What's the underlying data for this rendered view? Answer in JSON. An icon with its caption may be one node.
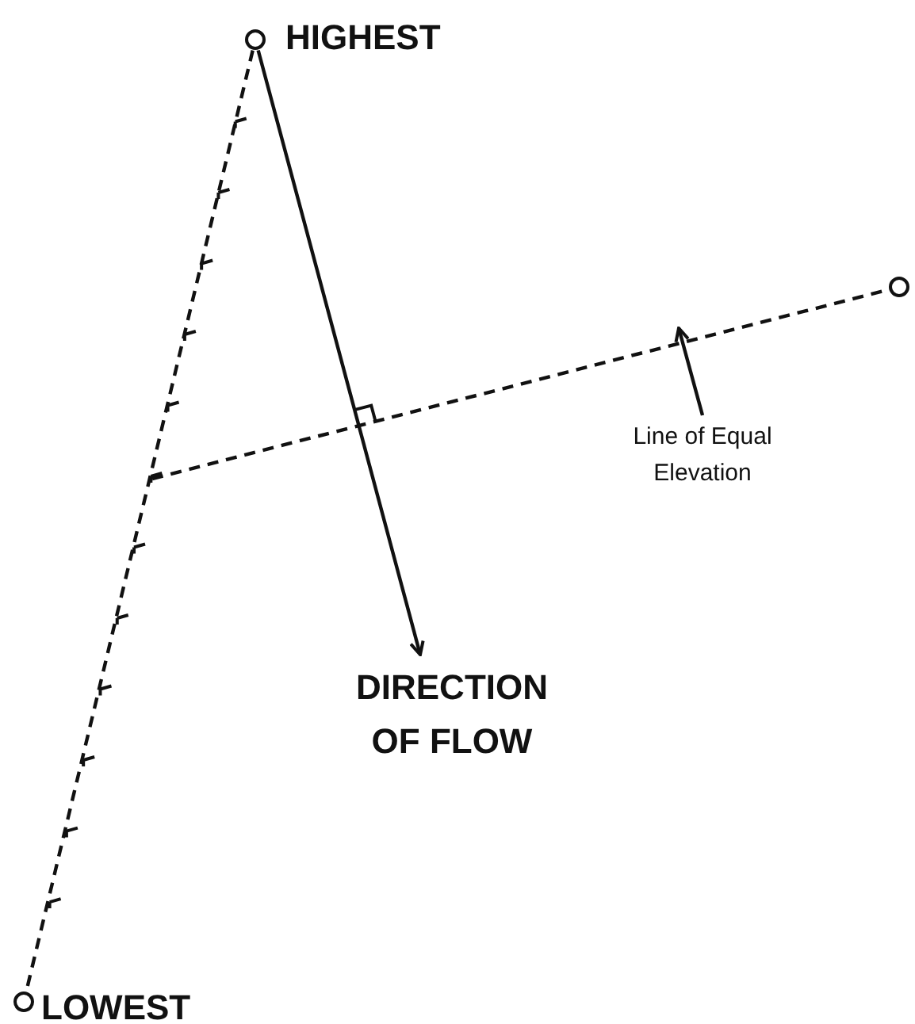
{
  "diagram": {
    "nodes": [
      {
        "text": [
          "HIGHEST"
        ]
      },
      {
        "text": [],
        "shape": "circle"
      },
      {
        "text": [
          "LOWEST"
        ]
      },
      {
        "text": [
          "DIRECTION OF FLOW"
        ]
      },
      {
        "text": [
          "Line of Equal Elevation"
        ]
      }
    ],
    "edges": [
      {
        "from": 0,
        "to": 2,
        "arrow": "none",
        "style": "dashed"
      },
      {
        "from": null,
        "to": 1,
        "arrow": "none",
        "style": "dashed"
      },
      {
        "from": 0,
        "to": 3,
        "arrow": "to"
      },
      {
        "from": 4,
        "to": null,
        "arrow": "to"
      }
    ]
  }
}
